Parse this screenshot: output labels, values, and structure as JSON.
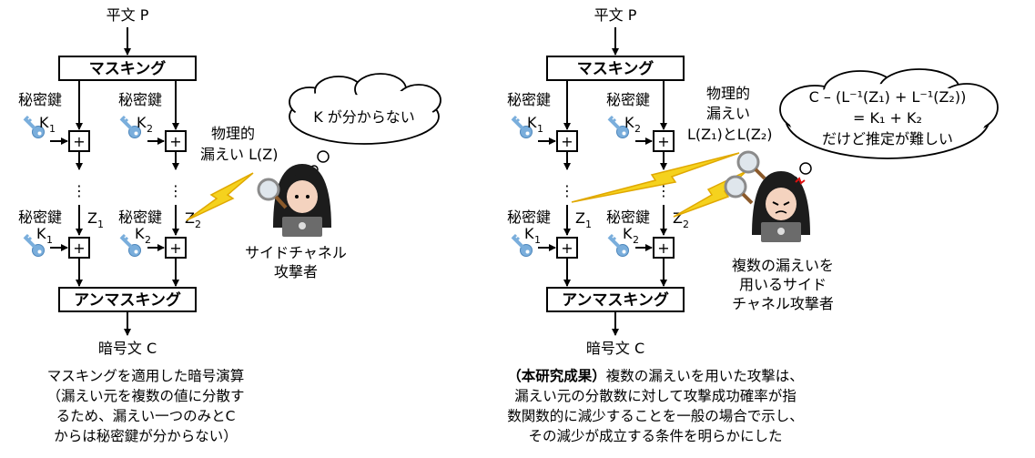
{
  "left": {
    "plaintext": "平文 P",
    "masking": "マスキング",
    "secret_key": "秘密鍵",
    "key1": "K",
    "key1_sub": "1",
    "key2": "K",
    "key2_sub": "2",
    "z1": "Z",
    "z1_sub": "1",
    "z2": "Z",
    "z2_sub": "2",
    "plus": "+",
    "dots": "⋮",
    "unmasking": "アンマスキング",
    "ciphertext": "暗号文 C",
    "leak_line1": "物理的",
    "leak_line2": "漏えい L(Z)",
    "thought": "K が分からない",
    "attacker_line1": "サイドチャネル",
    "attacker_line2": "攻撃者",
    "caption": [
      "マスキングを適用した暗号演算",
      "（漏えい元を複数の値に分散す",
      "るため、漏えい一つのみとC",
      "からは秘密鍵が分からない）"
    ]
  },
  "right": {
    "plaintext": "平文 P",
    "masking": "マスキング",
    "secret_key": "秘密鍵",
    "key1": "K",
    "key1_sub": "1",
    "key2": "K",
    "key2_sub": "2",
    "z1": "Z",
    "z1_sub": "1",
    "z2": "Z",
    "z2_sub": "2",
    "plus": "+",
    "dots": "⋮",
    "unmasking": "アンマスキング",
    "ciphertext": "暗号文 C",
    "leak_line1": "物理的",
    "leak_line2": "漏えい",
    "leak_line3": "L(Z₁)とL(Z₂)",
    "thought_line1": "C – (L⁻¹(Z₁) +  L⁻¹(Z₂))",
    "thought_line2": "= K₁ + K₂",
    "thought_line3": "だけど推定が難しい",
    "attacker_line1": "複数の漏えいを",
    "attacker_line2": "用いるサイド",
    "attacker_line3": "チャネル攻撃者",
    "caption_bold": "（本研究成果）",
    "caption": [
      "複数の漏えいを用いた攻撃は、",
      "漏えい元の分散数に対して攻撃成功確率が指",
      "数関数的に減少することを一般の場合で示し、",
      "その減少が成立する条件を明らかにした"
    ]
  },
  "colors": {
    "line": "#000000",
    "key": "#7aaedc",
    "bolt": "#f5d21e",
    "bolt_stroke": "#e0a800",
    "hood": "#1c1c1c",
    "laptop": "#6b6b6b"
  }
}
